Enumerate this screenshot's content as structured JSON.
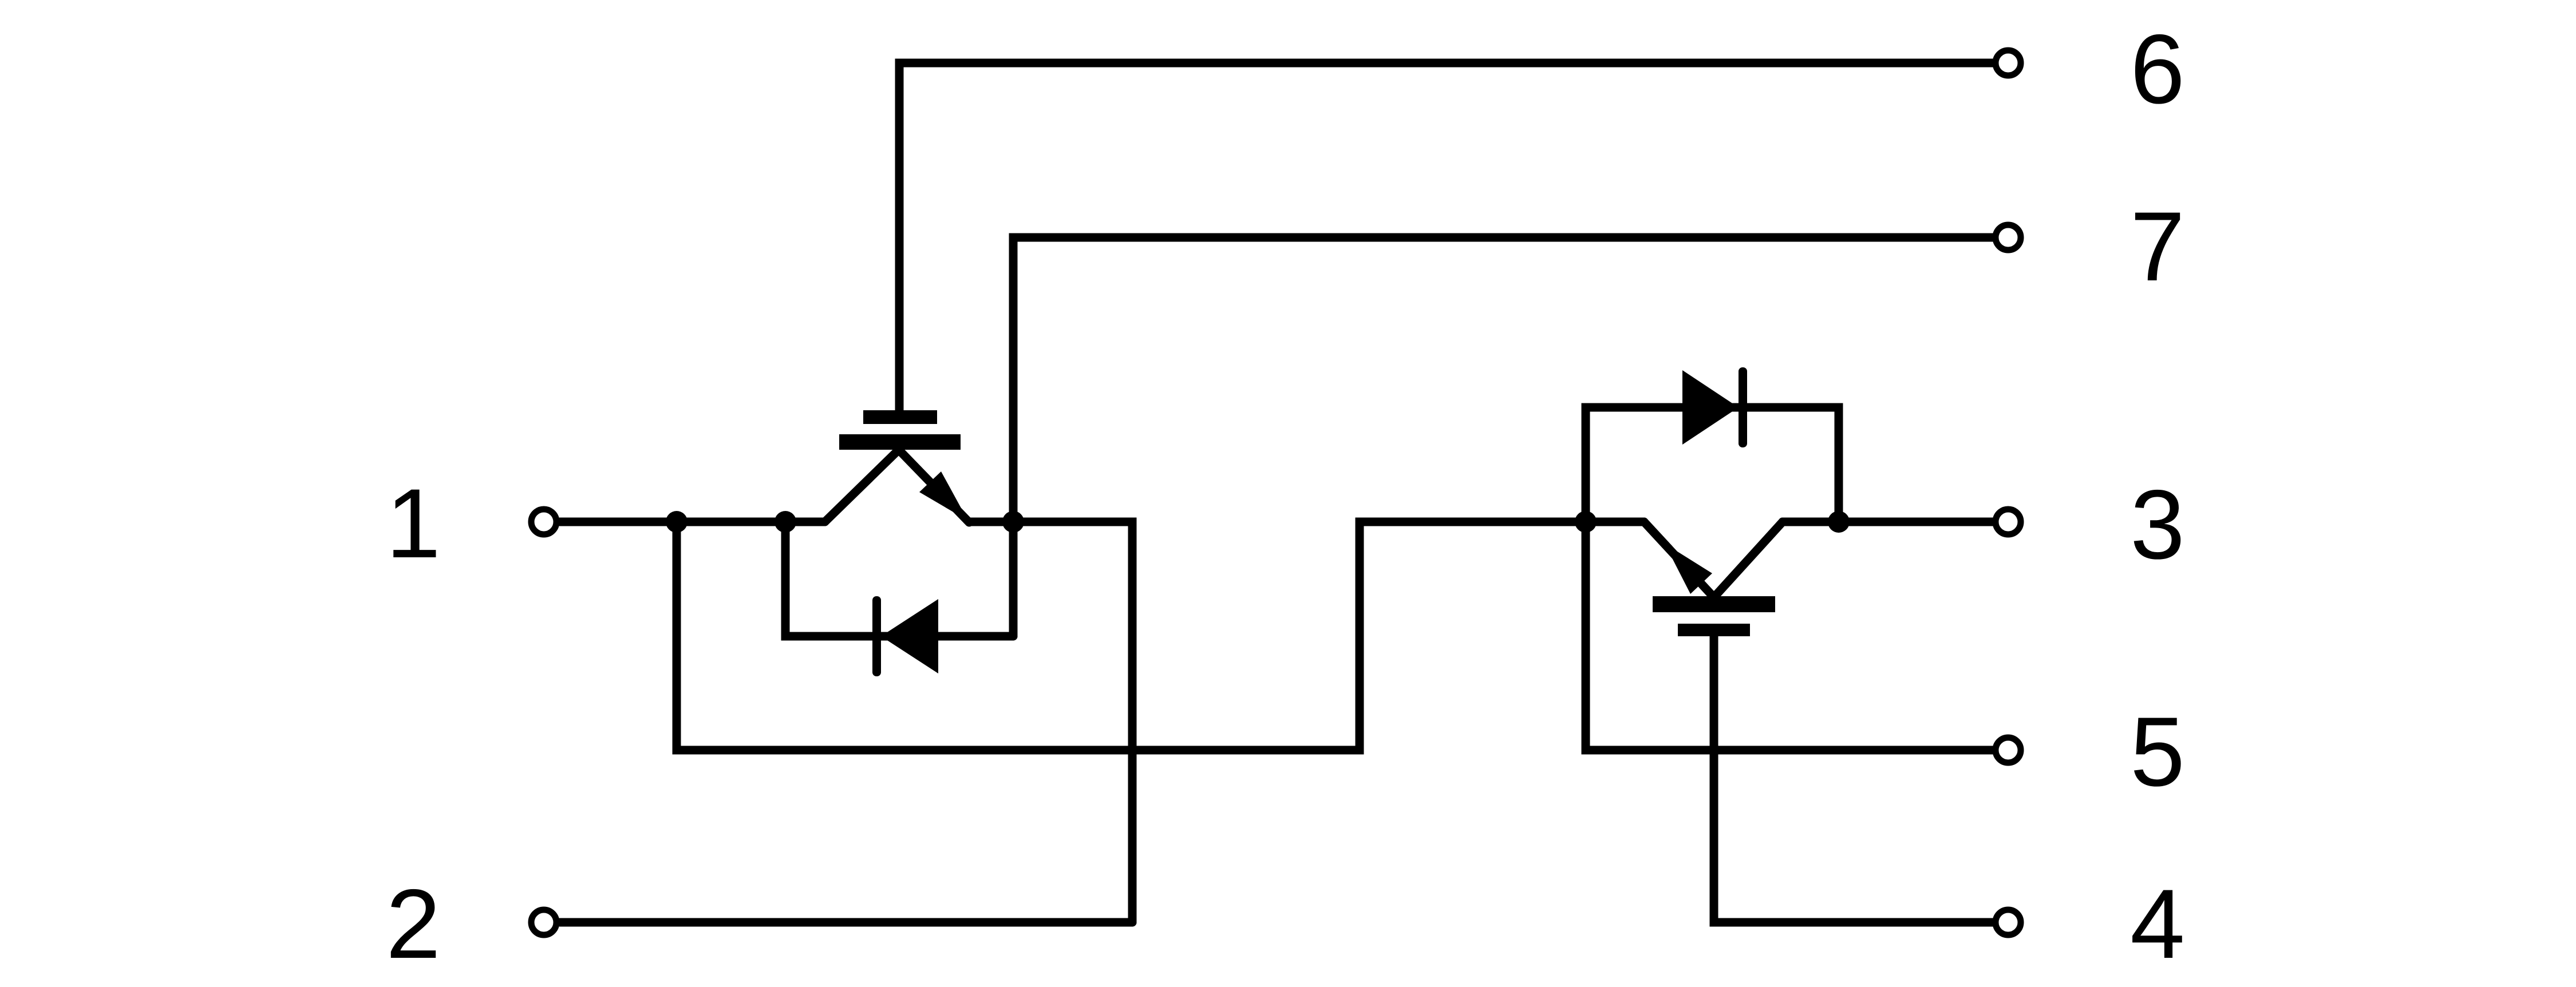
{
  "colors": {
    "line": "#000000",
    "background": "#ffffff"
  },
  "diagram": {
    "terminals": [
      {
        "label": "1"
      },
      {
        "label": "2"
      },
      {
        "label": "3"
      },
      {
        "label": "4"
      },
      {
        "label": "5"
      },
      {
        "label": "6"
      },
      {
        "label": "7"
      }
    ],
    "components": [
      {
        "name": "igbt-left",
        "icon": "igbt-transistor-icon"
      },
      {
        "name": "diode-left",
        "icon": "diode-icon"
      },
      {
        "name": "igbt-right",
        "icon": "igbt-transistor-icon"
      },
      {
        "name": "diode-right",
        "icon": "diode-icon"
      }
    ]
  }
}
